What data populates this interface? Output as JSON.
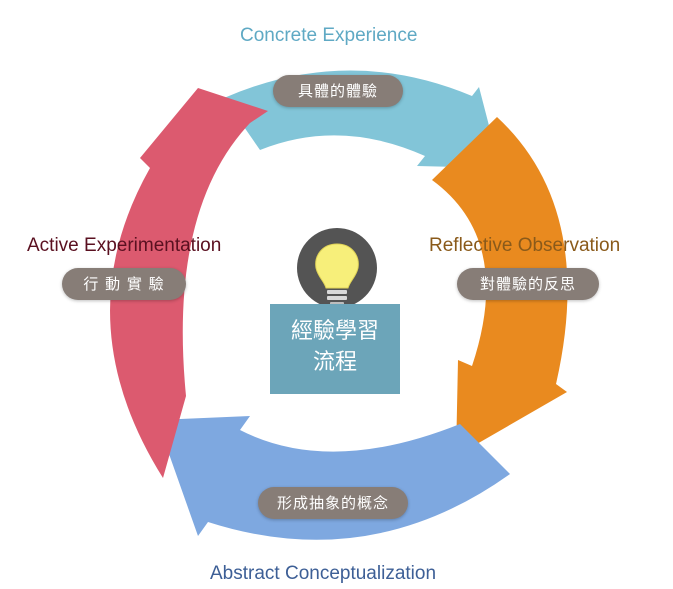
{
  "stages": {
    "top": {
      "title": "Concrete Experience",
      "subtitle": "具體的體驗",
      "color": "#82c5d8"
    },
    "right": {
      "title": "Reflective Observation",
      "subtitle": "對體驗的反思",
      "color": "#e98a1f"
    },
    "bottom": {
      "title": "Abstract Conceptualization",
      "subtitle": "形成抽象的概念",
      "color": "#7ea8e0"
    },
    "left": {
      "title": "Active Experimentation",
      "subtitle": "行 動 實 驗",
      "color": "#dc5a6f"
    }
  },
  "center": {
    "line1": "經驗學習",
    "line2": "流程",
    "box_color": "#6ca5b9",
    "icon": "lightbulb-icon"
  },
  "label_colors": {
    "top": "#5fa9c4",
    "right": "#8a5a1a",
    "bottom": "#3d5f96",
    "left": "#5a1020"
  }
}
